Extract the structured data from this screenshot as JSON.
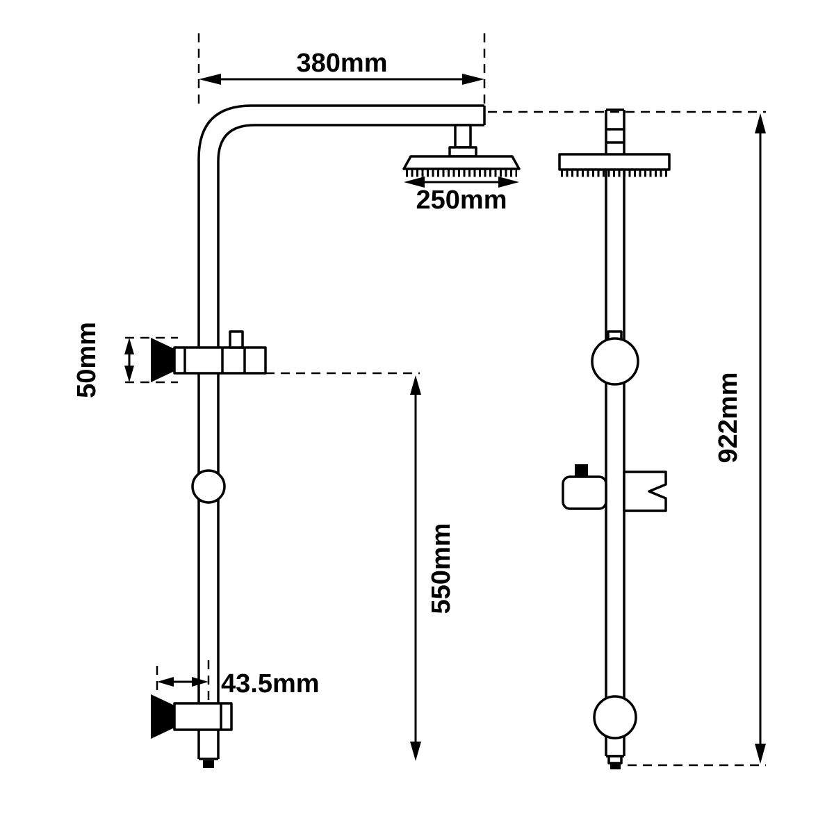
{
  "drawing": {
    "dim_arm_length": "380mm",
    "dim_head_width": "250mm",
    "dim_bracket_height": "50mm",
    "dim_lower_span": "550mm",
    "dim_bottom_offset": "43.5mm",
    "dim_total_height": "922mm"
  },
  "colors": {
    "line": "#000000",
    "background": "#ffffff"
  }
}
